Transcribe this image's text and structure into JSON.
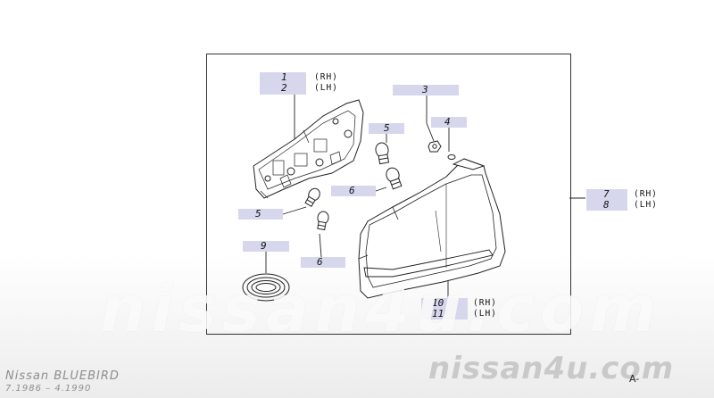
{
  "labels": {
    "l1": "1",
    "l2": "2",
    "l1_side": "(RH)",
    "l2_side": "(LH)",
    "l3": "3",
    "l4": "4",
    "l5a": "5",
    "l6a": "6",
    "l5b": "5",
    "l9": "9",
    "l6b": "6",
    "l7": "7",
    "l8": "8",
    "l7_side": "(RH)",
    "l8_side": "(LH)",
    "l10": "10",
    "l11": "11",
    "l10_side": "(RH)",
    "l11_side": "(LH)"
  },
  "colors": {
    "label_box": "#d6d6ec",
    "line": "#222222"
  },
  "watermark": {
    "big": "nissan4u.com",
    "small": "nissan4u.com"
  },
  "footer": {
    "model": "Nissan BLUEBIRD",
    "dates": "7.1986 – 4.1990",
    "ref": "A-"
  }
}
